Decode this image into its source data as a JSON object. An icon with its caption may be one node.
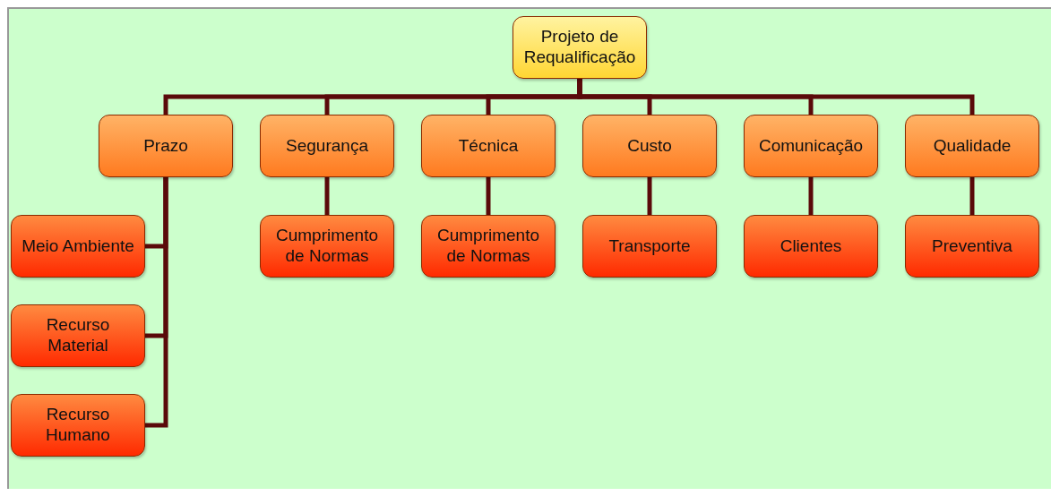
{
  "diagram": {
    "nodes": [
      {
        "text": [
          "Projeto de Requalificação"
        ]
      },
      {
        "text": [
          "Prazo"
        ]
      },
      {
        "text": [
          "Segurança"
        ]
      },
      {
        "text": [
          "Técnica"
        ]
      },
      {
        "text": [
          "Custo"
        ]
      },
      {
        "text": [
          "Comunicação"
        ]
      },
      {
        "text": [
          "Qualidade"
        ]
      },
      {
        "text": [
          "Meio Ambiente"
        ]
      },
      {
        "text": [
          "Recurso Material"
        ]
      },
      {
        "text": [
          "Recurso Humano"
        ]
      },
      {
        "text": [
          "Cumprimento de Normas"
        ]
      },
      {
        "text": [
          "Cumprimento de Normas"
        ]
      },
      {
        "text": [
          "Transporte"
        ]
      },
      {
        "text": [
          "Clientes"
        ]
      },
      {
        "text": [
          "Preventiva"
        ]
      }
    ],
    "edges": [
      {
        "from": 0,
        "to": 1,
        "arrow": "none"
      },
      {
        "from": 0,
        "to": 2,
        "arrow": "none"
      },
      {
        "from": 0,
        "to": 3,
        "arrow": "none"
      },
      {
        "from": 0,
        "to": 4,
        "arrow": "none"
      },
      {
        "from": 0,
        "to": 5,
        "arrow": "none"
      },
      {
        "from": 0,
        "to": 6,
        "arrow": "none"
      },
      {
        "from": 1,
        "to": 7,
        "arrow": "none"
      },
      {
        "from": 1,
        "to": 8,
        "arrow": "none"
      },
      {
        "from": 1,
        "to": 9,
        "arrow": "none"
      },
      {
        "from": 2,
        "to": 10,
        "arrow": "none"
      },
      {
        "from": 3,
        "to": 11,
        "arrow": "none"
      },
      {
        "from": 4,
        "to": 12,
        "arrow": "none"
      },
      {
        "from": 5,
        "to": 13,
        "arrow": "none"
      },
      {
        "from": 6,
        "to": 14,
        "arrow": "none"
      }
    ]
  }
}
